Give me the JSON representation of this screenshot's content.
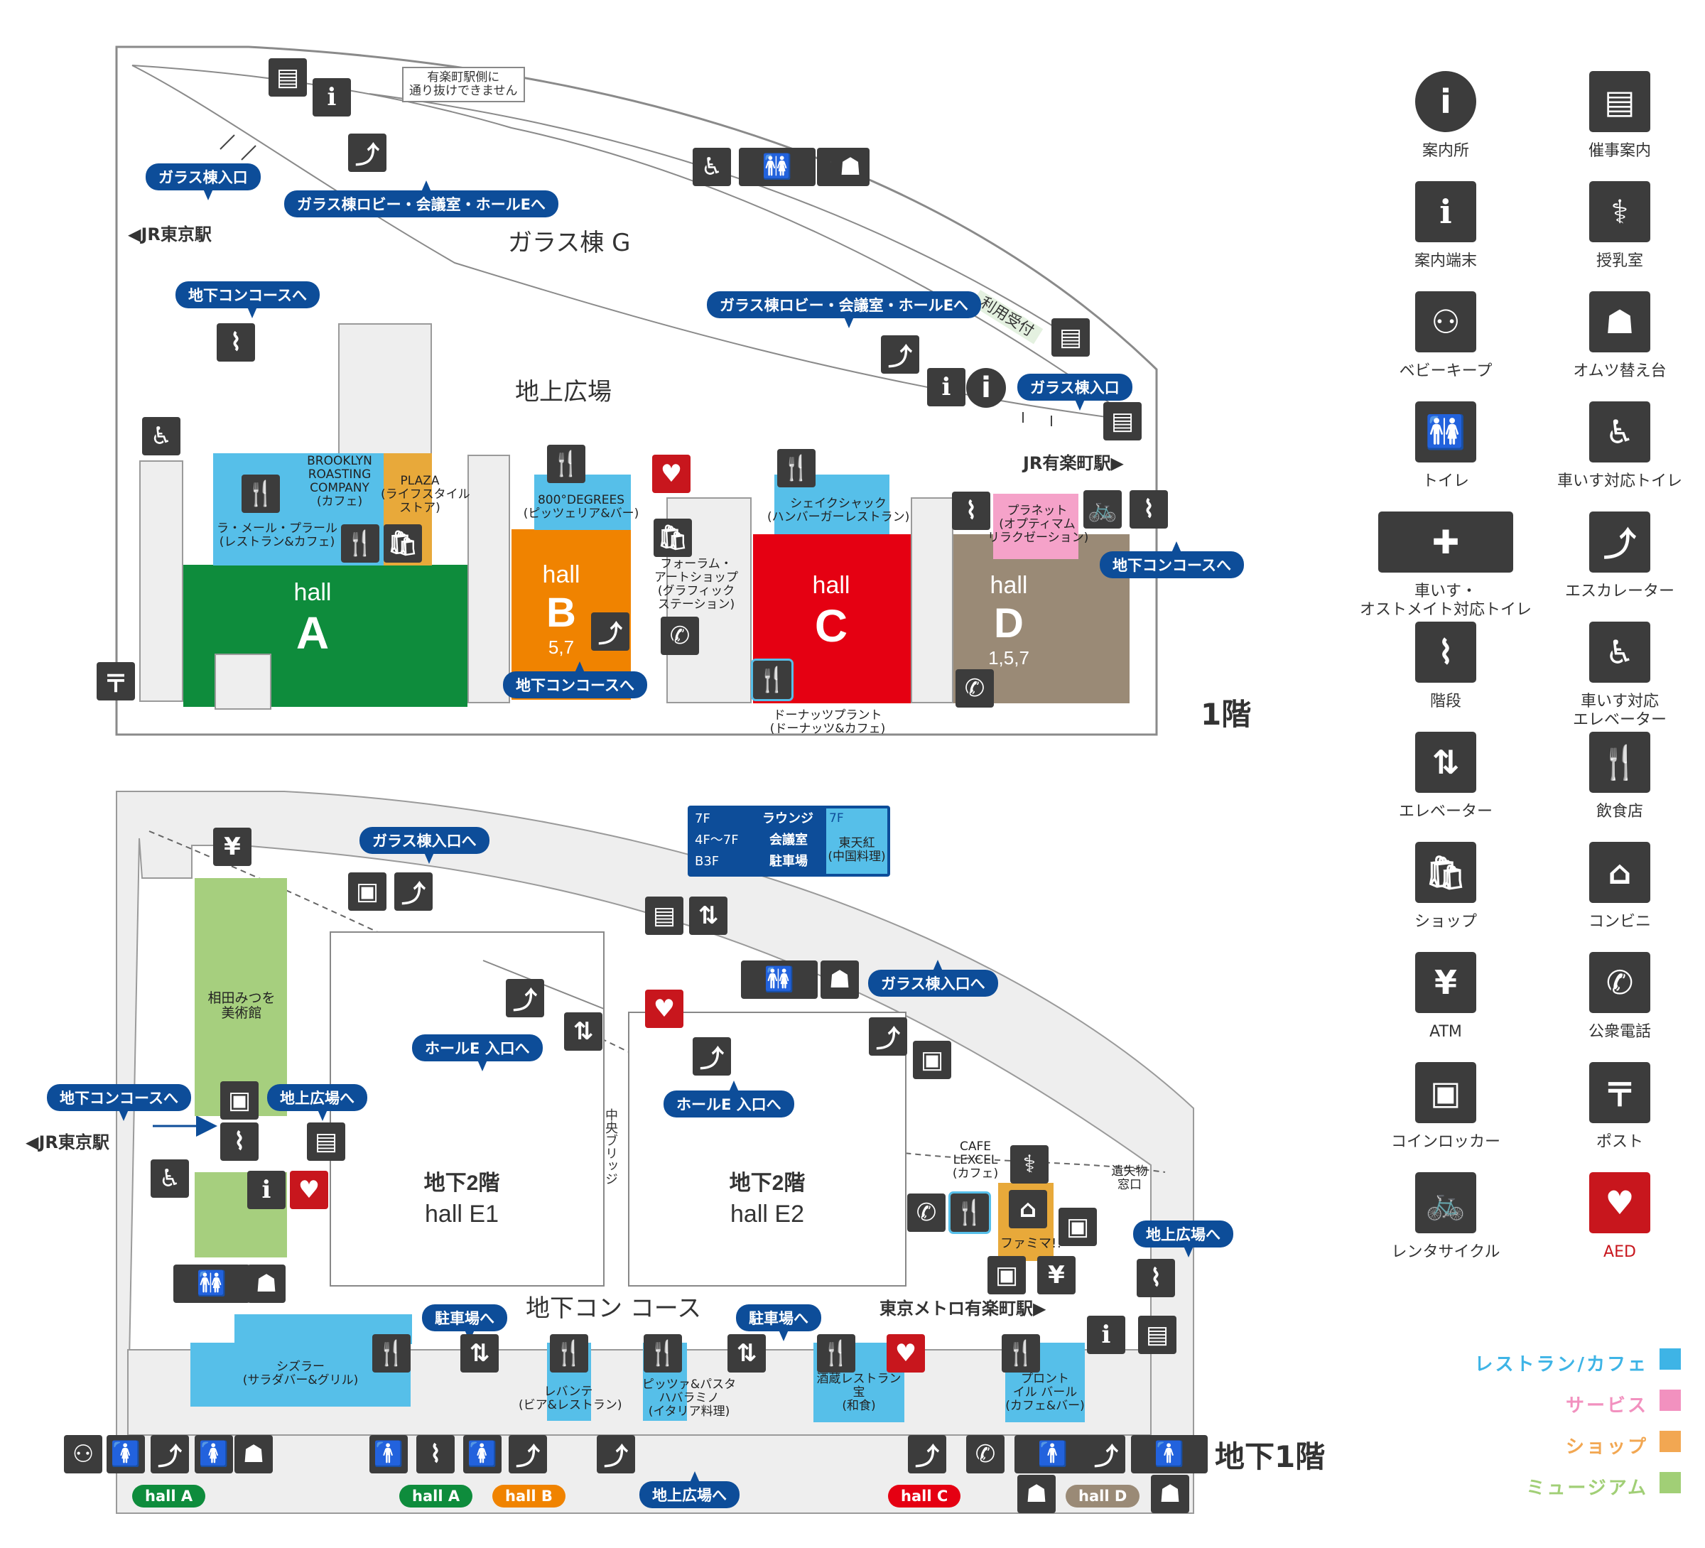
{
  "floors": {
    "f1": {
      "floor_label": "1階",
      "building_label": "ガラス棟 G",
      "plaza_label": "地上広場",
      "jr_tokyo": "◀JR東京駅",
      "jr_yurakucho": "JR有楽町駅▶",
      "uketsuke": "利用受付",
      "note": "有楽町駅側に\n通り抜けできません",
      "signs": {
        "glass_entrance": "ガラス棟入口",
        "glass_lobby": "ガラス棟ロビー・会議室・ホールEへ",
        "concourse": "地下コンコースへ"
      },
      "halls": {
        "a": {
          "word": "hall",
          "letter": "A"
        },
        "b": {
          "word": "hall",
          "letter": "B",
          "floors": "5,7"
        },
        "c": {
          "word": "hall",
          "letter": "C"
        },
        "d": {
          "word": "hall",
          "letter": "D",
          "floors": "1,5,7"
        }
      },
      "shops": {
        "brooklyn": "BROOKLYN\nROASTING\nCOMPANY\n(カフェ)",
        "plaza": "PLAZA\n(ライフスタイル\nストア)",
        "lamere": "ラ・メール・プラール\n(レストラン&カフェ)",
        "deg800": "800°DEGREES\n(ピッツェリア&バー)",
        "forum_art": "フォーラム・\nアートショップ\n(グラフィック\nステーション)",
        "shake": "シェイクシャック\n(ハンバーガーレストラン)",
        "planet": "プラネット\n(オプティマム\nリラクゼーション)",
        "donut": "ドーナッツプラント\n(ドーナッツ&カフェ)"
      }
    },
    "b1": {
      "floor_label": "地下1階",
      "concourse_label": "地下コン コース",
      "jr_tokyo": "◀JR東京駅",
      "metro": "東京メトロ有楽町駅▶",
      "bridge": "中央ブリッジ",
      "hall_e1": {
        "floor": "地下2階",
        "name": "hall E1"
      },
      "hall_e2": {
        "floor": "地下2階",
        "name": "hall E2"
      },
      "museum": "相田みつを\n美術館",
      "cafe_lexcel": "CAFE\nLEXCEL\n(カフェ)",
      "famima": "ファミマ!!",
      "lost_found": "遺失物\n窓口",
      "elevator_info": {
        "rows": [
          {
            "floor": "7F",
            "name": "ラウンジ"
          },
          {
            "floor": "4F～7F",
            "name": "会議室"
          },
          {
            "floor": "B3F",
            "name": "駐車場"
          }
        ],
        "restaurant_floor": "7F",
        "restaurant": "東天紅\n(中国料理)"
      },
      "signs": {
        "glass_entrance": "ガラス棟入口へ",
        "hall_e": "ホールE 入口へ",
        "hall_e2": "ホールE 入口へ",
        "concourse": "地下コンコースへ",
        "plaza": "地上広場へ",
        "parking": "駐車場へ"
      },
      "shops": {
        "sizzler": "シズラー\n(サラダバー&グリル)",
        "levante": "レバンテ\n(ビア&レストラン)",
        "pizza": "ピッツァ&パスタ\nハバラミノ\n(イタリア料理)",
        "sakagura": "酒蔵レストラン\n宝\n(和食)",
        "pronto": "プロント\nイル バール\n(カフェ&バー)"
      },
      "hall_pills": [
        {
          "label": "hall A",
          "color": "#0e8c3c"
        },
        {
          "label": "hall A",
          "color": "#0e8c3c"
        },
        {
          "label": "hall B",
          "color": "#f08300"
        },
        {
          "label": "hall C",
          "color": "#e50012"
        },
        {
          "label": "hall D",
          "color": "#9a8a76"
        }
      ]
    }
  },
  "legend": {
    "items": [
      {
        "label": "案内所",
        "icon": "info-icon"
      },
      {
        "label": "催事案内",
        "icon": "event-board-icon"
      },
      {
        "label": "案内端末",
        "icon": "kiosk-icon"
      },
      {
        "label": "授乳室",
        "icon": "nursing-room-icon"
      },
      {
        "label": "ベビーキープ",
        "icon": "baby-keep-icon"
      },
      {
        "label": "オムツ替え台",
        "icon": "diaper-table-icon"
      },
      {
        "label": "トイレ",
        "icon": "toilet-icon"
      },
      {
        "label": "車いす対応トイレ",
        "icon": "accessible-toilet-icon"
      },
      {
        "label": "車いす・\nオストメイト対応トイレ",
        "icon": "ostomate-toilet-icon"
      },
      {
        "label": "エスカレーター",
        "icon": "escalator-icon"
      },
      {
        "label": "階段",
        "icon": "stairs-icon"
      },
      {
        "label": "車いす対応\nエレベーター",
        "icon": "accessible-elevator-icon"
      },
      {
        "label": "エレベーター",
        "icon": "elevator-icon"
      },
      {
        "label": "飲食店",
        "icon": "restaurant-icon"
      },
      {
        "label": "ショップ",
        "icon": "shop-icon"
      },
      {
        "label": "コンビニ",
        "icon": "convenience-store-icon"
      },
      {
        "label": "ATM",
        "icon": "atm-icon"
      },
      {
        "label": "公衆電話",
        "icon": "public-phone-icon"
      },
      {
        "label": "コインロッカー",
        "icon": "coin-locker-icon"
      },
      {
        "label": "ポスト",
        "icon": "post-box-icon"
      },
      {
        "label": "レンタサイクル",
        "icon": "rental-bicycle-icon"
      },
      {
        "label": "AED",
        "icon": "aed-icon"
      }
    ],
    "categories": [
      {
        "label": "レストラン/カフェ",
        "color": "#3eb4e6"
      },
      {
        "label": "サービス",
        "color": "#f291bf"
      },
      {
        "label": "ショップ",
        "color": "#f2a752"
      },
      {
        "label": "ミュージアム",
        "color": "#a1cf76"
      }
    ]
  },
  "colors": {
    "hall_a": "#0e8c3c",
    "hall_b": "#f08300",
    "hall_c": "#e50012",
    "hall_d": "#9a8a76",
    "restaurant": "#56bfe9",
    "shop": "#e8a93a",
    "service": "#f5a2c9",
    "museum": "#a6cf7e",
    "sign": "#0d4d99",
    "icon": "#3c3c3c",
    "aed": "#c8161d",
    "corridor": "#eeeeee"
  }
}
